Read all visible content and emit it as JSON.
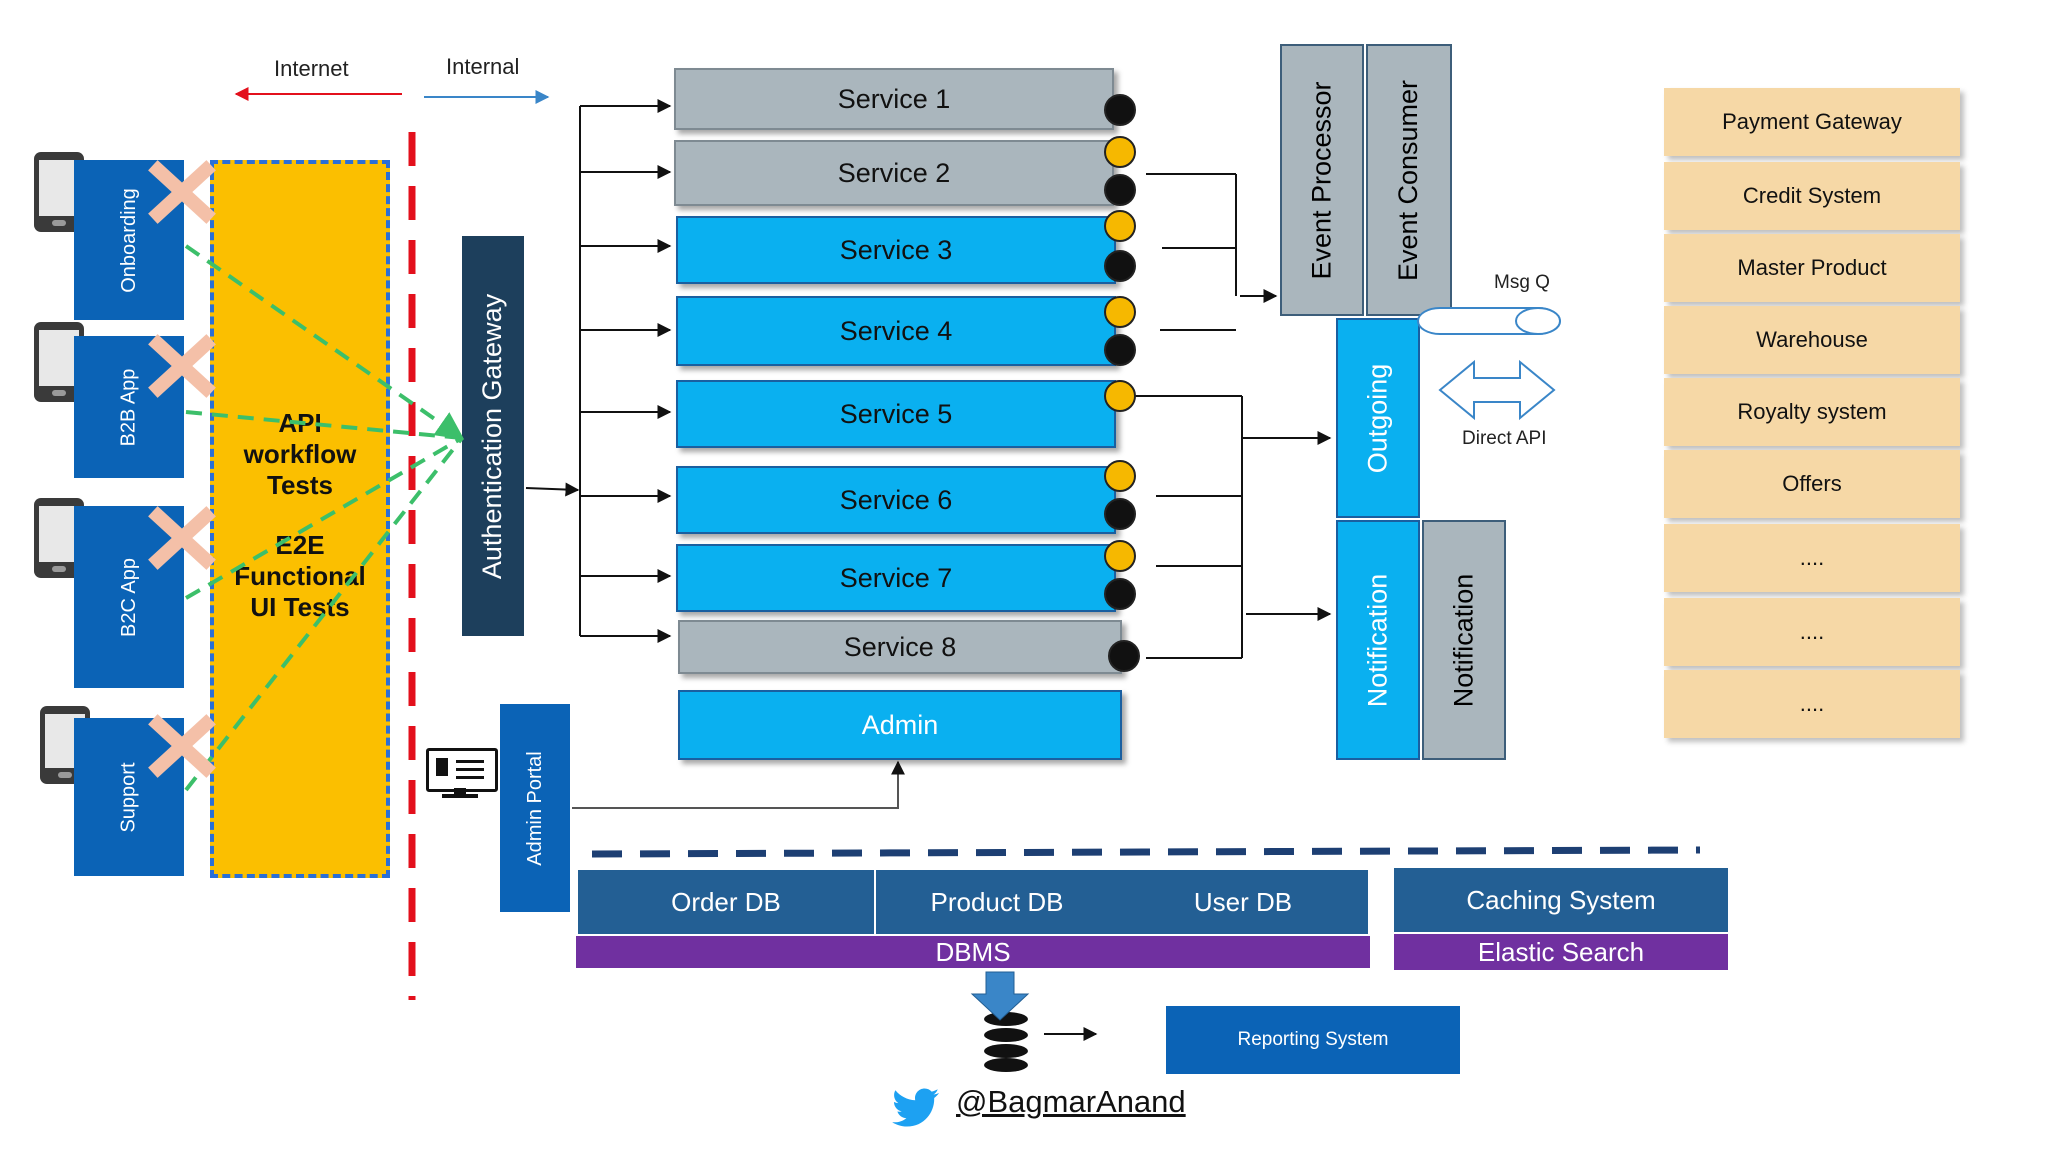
{
  "zones": {
    "internet": "Internet",
    "internal": "Internal"
  },
  "clients": [
    {
      "name": "Onboarding"
    },
    {
      "name": "B2B App"
    },
    {
      "name": "B2C App"
    },
    {
      "name": "Support"
    }
  ],
  "tests": {
    "line1": "API",
    "line2": "workflow",
    "line3": "Tests",
    "line4": "E2E",
    "line5": "Functional",
    "line6": "UI Tests"
  },
  "auth_gateway": "Authentication Gateway",
  "admin_portal": "Admin Portal",
  "services": [
    "Service 1",
    "Service 2",
    "Service 3",
    "Service 4",
    "Service 5",
    "Service 6",
    "Service 7",
    "Service 8"
  ],
  "admin": "Admin",
  "event": {
    "processor": "Event Processor",
    "consumer": "Event Consumer",
    "outgoing": "Outgoing",
    "notification_blue": "Notification",
    "notification_grey": "Notification"
  },
  "msg_q": "Msg Q",
  "direct_api": "Direct API",
  "external_systems": [
    "Payment Gateway",
    "Credit System",
    "Master Product",
    "Warehouse",
    "Royalty system",
    "Offers",
    "....",
    "....",
    "...."
  ],
  "data": {
    "order_db": "Order DB",
    "product_db": "Product DB",
    "user_db": "User DB",
    "dbms": "DBMS",
    "caching": "Caching System",
    "elastic": "Elastic Search",
    "reporting": "Reporting System"
  },
  "twitter": "@BagmarAnand",
  "colors": {
    "client_blue": "#0b63b6",
    "tests_yellow": "#fbbf00",
    "service_blue": "#0ab0f0",
    "service_grey": "#aab6bd",
    "external_tan": "#f6d8a6",
    "db_blue": "#235f94",
    "dbms_purple": "#7030a0",
    "boundary_red": "#e3101c"
  }
}
